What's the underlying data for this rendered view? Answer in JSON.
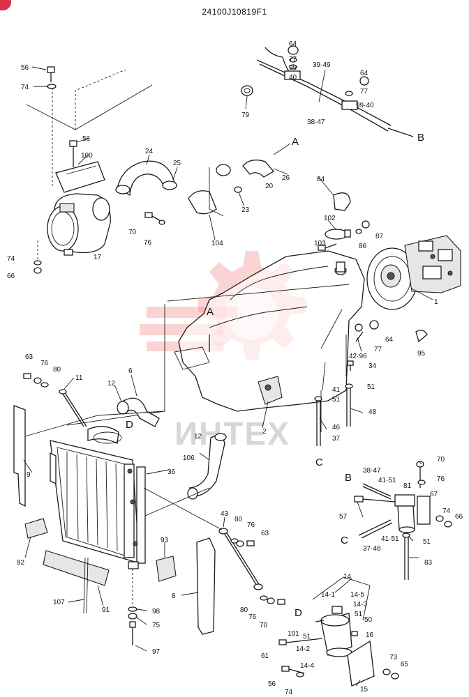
{
  "drawing_number": "24100J10819F1",
  "watermark_text": "ИНТЕХ",
  "colors": {
    "watermark": "#f08080",
    "corner_badge": "#e0304a",
    "line": "#1a1a1a"
  },
  "part_labels": [
    "56",
    "74",
    "100",
    "56",
    "17",
    "74",
    "66",
    "24",
    "25",
    "70",
    "76",
    "104",
    "23",
    "79",
    "64",
    "77",
    "99",
    "40",
    "39·49",
    "38·47",
    "64",
    "77",
    "99·40",
    "26",
    "20",
    "84",
    "102",
    "103",
    "86",
    "87",
    "1",
    "64",
    "77",
    "42·96",
    "95",
    "34",
    "51",
    "41",
    "51",
    "48",
    "46",
    "37",
    "2",
    "63",
    "76",
    "80",
    "11",
    "6",
    "12",
    "9",
    "12",
    "106",
    "36",
    "92",
    "107",
    "91",
    "98",
    "75",
    "97",
    "93",
    "8",
    "43",
    "80",
    "76",
    "63",
    "80",
    "76",
    "70",
    "38·47",
    "41·51",
    "81",
    "70",
    "76",
    "67",
    "57",
    "74",
    "66",
    "37·46",
    "41·51",
    "51",
    "83",
    "14",
    "14-1",
    "14-5",
    "14-3",
    "51",
    "50",
    "101",
    "51",
    "16",
    "61",
    "14-2",
    "14-4",
    "56",
    "74",
    "73",
    "65",
    "15"
  ],
  "reference_letters": [
    "A",
    "B",
    "A",
    "C",
    "D",
    "B",
    "C",
    "D"
  ]
}
